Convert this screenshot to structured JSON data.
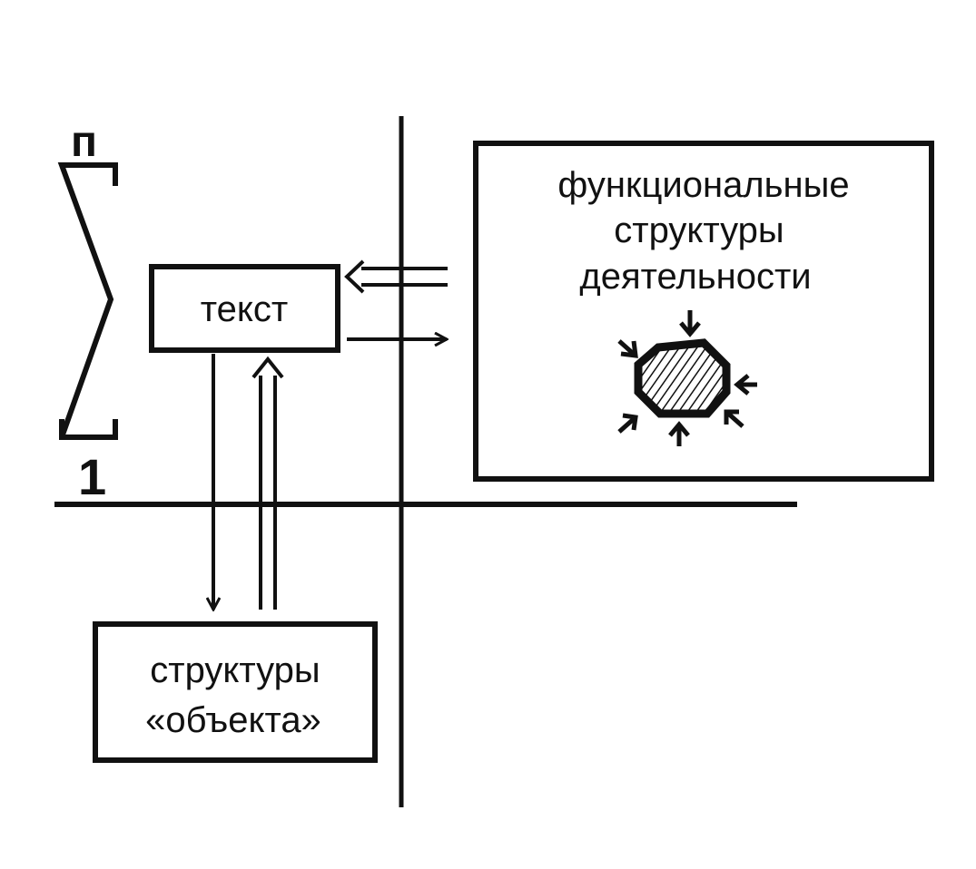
{
  "labels": {
    "index_top": "п",
    "index_bottom": "1",
    "text_box": "текст",
    "activity_box": [
      "функциональные",
      "структуры",
      "деятельности"
    ],
    "object_box": [
      "структуры",
      "«объекта»"
    ]
  },
  "colors": {
    "ink": "#111111",
    "background": "#ffffff"
  },
  "icons": {
    "activity_symbol": "hatched-octagon-with-inward-arrows-icon"
  }
}
